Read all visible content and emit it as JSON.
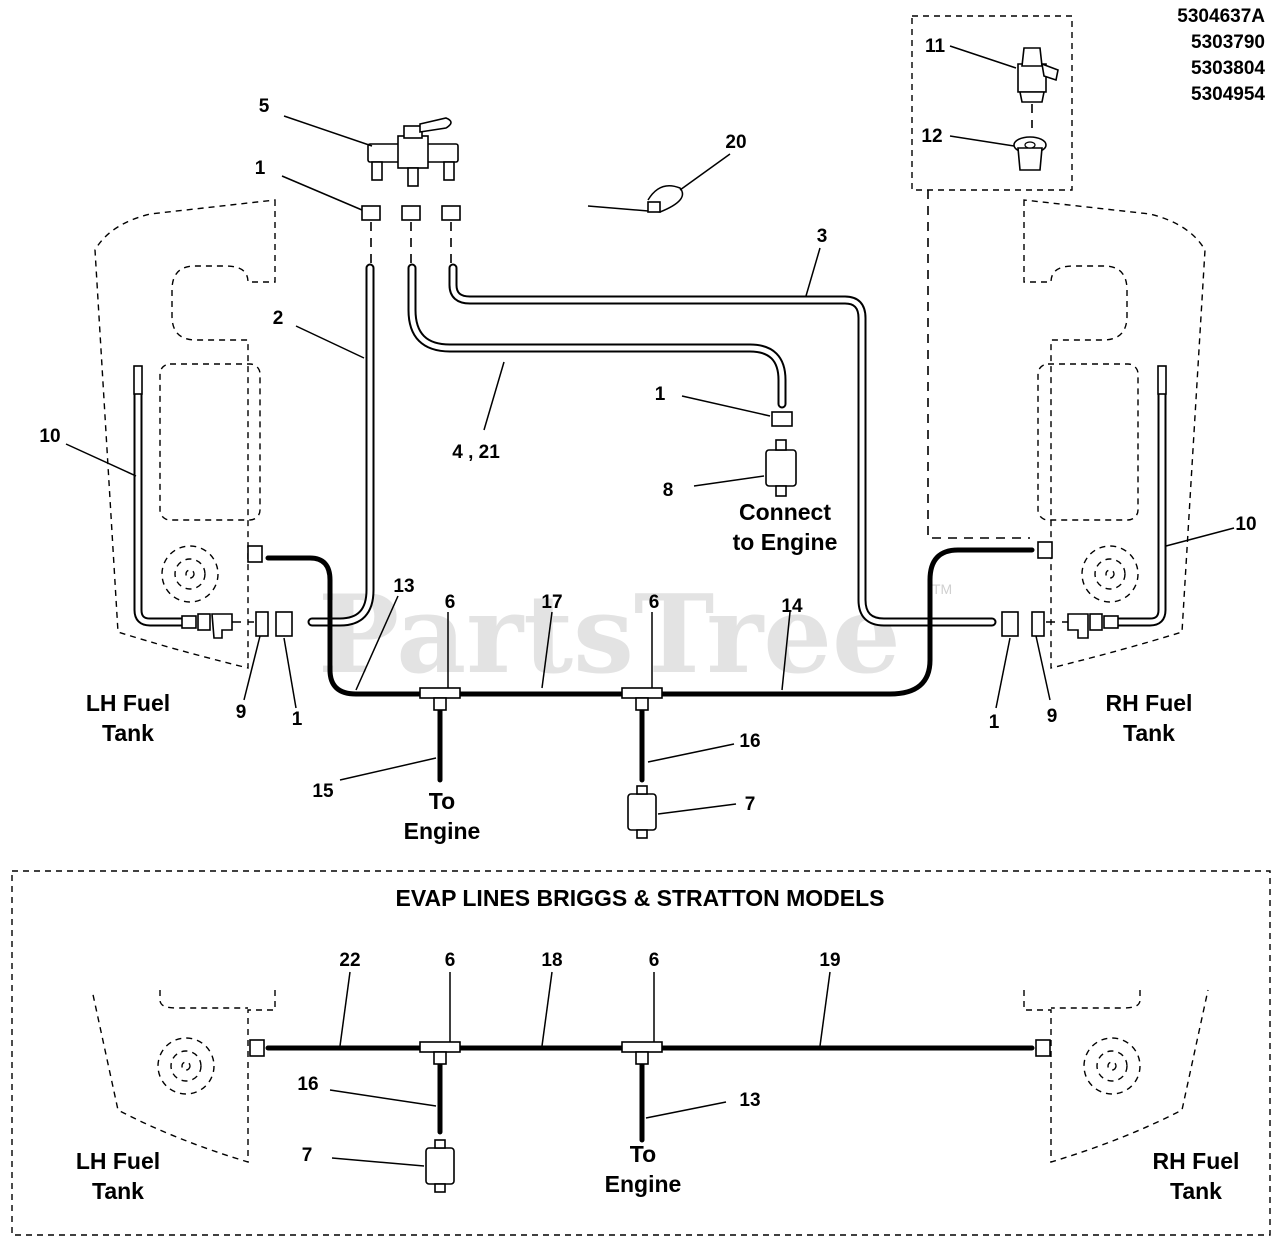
{
  "part_numbers": [
    "5304637A",
    "5303790",
    "5303804",
    "5304954"
  ],
  "watermark": {
    "text": "PartsTree",
    "tm": "TM"
  },
  "upper": {
    "callouts": {
      "c5": "5",
      "c1_valve": "1",
      "c20": "20",
      "c3": "3",
      "c2": "2",
      "c4_21": "4 , 21",
      "c1_filter": "1",
      "c8": "8",
      "c10_left": "10",
      "c10_right": "10",
      "c13": "13",
      "c6_a": "6",
      "c17": "17",
      "c6_b": "6",
      "c14": "14",
      "c9_left": "9",
      "c1_left": "1",
      "c1_right": "1",
      "c9_right": "9",
      "c15": "15",
      "c16": "16",
      "c7": "7",
      "c11": "11",
      "c12": "12"
    },
    "connect_engine": [
      "Connect",
      "to Engine"
    ],
    "lh_tank": [
      "LH Fuel",
      "Tank"
    ],
    "rh_tank": [
      "RH Fuel",
      "Tank"
    ],
    "to_engine": [
      "To",
      "Engine"
    ]
  },
  "lower": {
    "title": "EVAP LINES BRIGGS & STRATTON MODELS",
    "callouts": {
      "c22": "22",
      "c6_a": "6",
      "c18": "18",
      "c6_b": "6",
      "c19": "19",
      "c16": "16",
      "c13": "13",
      "c7": "7"
    },
    "lh_tank": [
      "LH Fuel",
      "Tank"
    ],
    "rh_tank": [
      "RH Fuel",
      "Tank"
    ],
    "to_engine": [
      "To",
      "Engine"
    ]
  }
}
